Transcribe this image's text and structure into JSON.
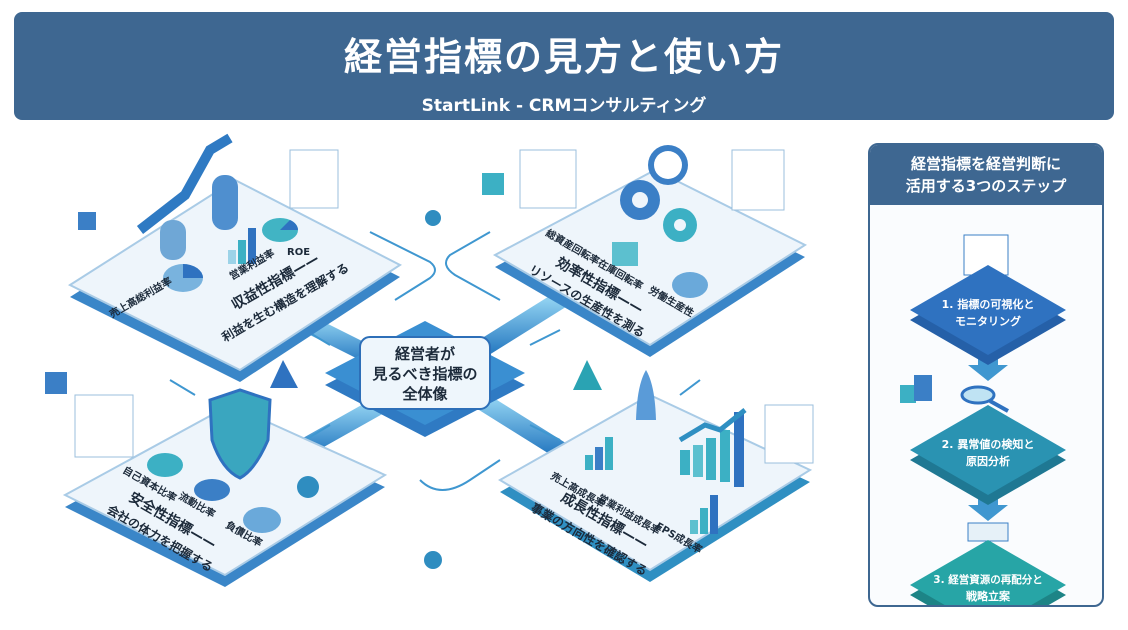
{
  "header": {
    "title": "経営指標の見方と使い方",
    "subtitle": "StartLink - CRMコンサルティング"
  },
  "center": {
    "line1": "経営者が",
    "line2": "見るべき指標の",
    "line3": "全体像"
  },
  "platforms": {
    "profitability": {
      "title": "収益性指標——",
      "subtitle": "利益を生む構造を理解する",
      "metrics": [
        "売上高総利益率",
        "営業利益率",
        "ROE"
      ]
    },
    "efficiency": {
      "title": "効率性指標——",
      "subtitle": "リソースの生産性を測る",
      "metrics": [
        "総資産回転率",
        "在庫回転率",
        "労働生産性"
      ]
    },
    "safety": {
      "title": "安全性指標——",
      "subtitle": "会社の体力を把握する",
      "metrics": [
        "自己資本比率",
        "流動比率",
        "負債比率"
      ]
    },
    "growth": {
      "title": "成長性指標——",
      "subtitle": "事業の方向性を確認する",
      "metrics": [
        "売上高成長率",
        "営業利益成長率",
        "EPS成長率"
      ]
    }
  },
  "steps_panel": {
    "title_line1": "経営指標を経営判断に",
    "title_line2": "活用する3つのステップ",
    "steps": [
      {
        "line1": "1. 指標の可視化と",
        "line2": "モニタリング",
        "color": "#2f72c0"
      },
      {
        "line1": "2. 異常値の検知と",
        "line2": "原因分析",
        "color": "#2a93b2"
      },
      {
        "line1": "3. 経営資源の再配分と",
        "line2": "戦略立案",
        "color": "#27a5a6"
      }
    ]
  },
  "colors": {
    "header": "#3e6791",
    "platform_top": "#eef5fb",
    "platform_edge": "#3a86c8",
    "teal": "#2aa3b3"
  }
}
